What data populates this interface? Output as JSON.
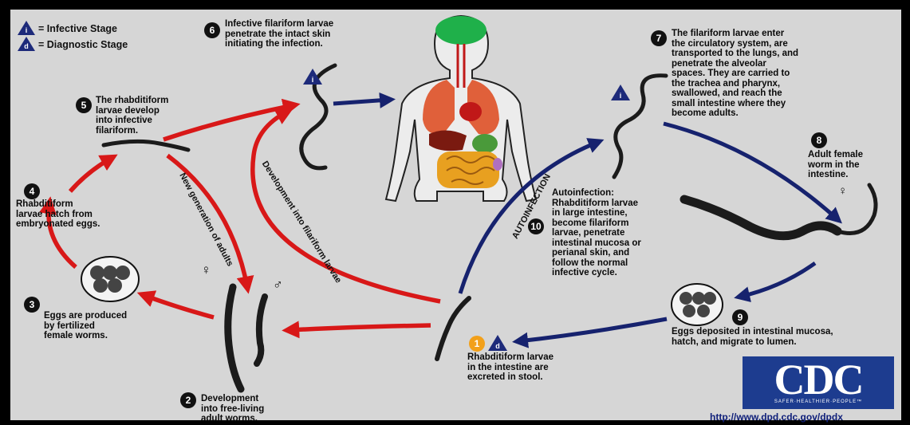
{
  "legend": {
    "infective_symbol": "i",
    "infective_label": "= Infective Stage",
    "diagnostic_symbol": "d",
    "diagnostic_label": "= Diagnostic Stage"
  },
  "steps": [
    {
      "num": "1",
      "lines": [
        "Rhabditiform larvae",
        "in the intestine are",
        "excreted in stool."
      ]
    },
    {
      "num": "2",
      "lines": [
        "Development",
        "into free-living",
        "adult worms."
      ]
    },
    {
      "num": "3",
      "lines": [
        "Eggs are produced",
        "by fertilized",
        "female worms."
      ]
    },
    {
      "num": "4",
      "lines": [
        "Rhabditiform",
        "larvae hatch from",
        "embryonated eggs."
      ]
    },
    {
      "num": "5",
      "lines": [
        "The rhabditiform",
        "larvae develop",
        "into infective",
        "filariform."
      ]
    },
    {
      "num": "6",
      "lines": [
        "Infective filariform larvae",
        "penetrate the intact skin",
        "initiating the infection."
      ]
    },
    {
      "num": "7",
      "lines": [
        "The filariform larvae enter",
        "the circulatory system, are",
        "transported to the lungs, and",
        "penetrate the alveolar",
        "spaces.  They are carried to",
        "the trachea and pharynx,",
        "swallowed, and reach the",
        "small intestine where they",
        "become adults."
      ]
    },
    {
      "num": "8",
      "lines": [
        "Adult female",
        "worm in the",
        "intestine."
      ]
    },
    {
      "num": "9",
      "lines": [
        "Eggs deposited in intestinal mucosa,",
        "hatch, and migrate to lumen."
      ]
    },
    {
      "num": "10",
      "lines": [
        "Autoinfection:",
        "Rhabditiform larvae",
        "in large intestine,",
        "become filariform",
        "larvae, penetrate",
        "intestinal mucosa or",
        "perianal skin, and",
        "follow the normal",
        "infective cycle."
      ]
    }
  ],
  "rotated": {
    "new_generation": "New generation of adults",
    "development_filariform": "Development into filariform larvae",
    "autoinfection": "AUTOINFECTION"
  },
  "symbols": {
    "female": "♀",
    "male": "♂"
  },
  "logo": {
    "text": "CDC",
    "tagline": "SAFER·HEALTHIER·PEOPLE™"
  },
  "url": "http://www.dpd.cdc.gov/dpdx",
  "colors": {
    "background": "#d6d6d6",
    "red_arrow": "#d81818",
    "blue_arrow": "#16226e",
    "triangle": "#1d2a7a",
    "brain": "#1fb04a",
    "lungs": "#e0603a",
    "heart": "#c01818",
    "stomach": "#4a9a3a",
    "intestine": "#e8a020",
    "cdc_blue": "#1d3c8f"
  }
}
